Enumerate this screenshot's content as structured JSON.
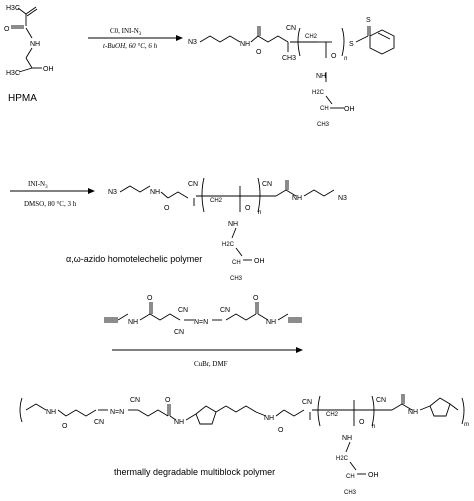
{
  "step1": {
    "monomer_name": "HPMA",
    "reagents": "C0, INI-N",
    "reagents_sub": "3",
    "conditions": "t-BuOH, 60 °C, 6 h"
  },
  "step2": {
    "reagents": "INI-N",
    "reagents_sub": "3",
    "conditions": "DMSO, 80 °C, 3 h",
    "product_label": "α,ω-azido homotelechelic polymer"
  },
  "step3": {
    "conditions": "CuBr, DMF",
    "product_label": "thermally degradable multiblock polymer"
  },
  "atoms": {
    "h3c": "H3C",
    "o": "O",
    "nh": "NH",
    "oh": "OH",
    "n3": "N3",
    "cn": "CN",
    "s": "S",
    "n": "n",
    "m": "m",
    "h2c": "H2C",
    "ch2": "CH2",
    "ch3": "CH3",
    "ch": "CH",
    "azo": "N=N"
  }
}
